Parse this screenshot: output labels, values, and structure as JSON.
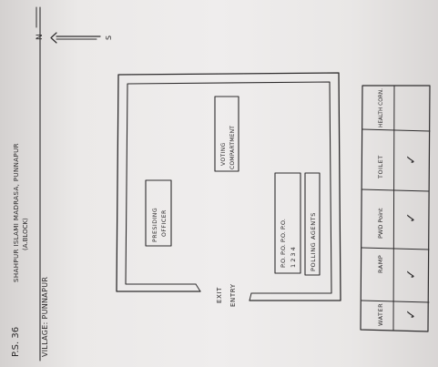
{
  "header": {
    "ps_number": "P.S. 36",
    "station_name": "SHAHPUR ISLAMI MADRASA, PUNNAPUR",
    "station_sub": "(A.BLOCK)",
    "village_label": "VILLAGE: PUNNAPUR"
  },
  "compass": {
    "n": "N",
    "s": "S"
  },
  "room": {
    "presiding_officer": [
      "PRESIDING",
      "OFFICER"
    ],
    "voting_compartment": [
      "VOTING",
      "COMPARTMENT"
    ],
    "polling_officers": [
      "P.O.  P.O.  P.O.  P.O.",
      "1      2      3      4"
    ],
    "polling_agents": "POLLING AGENTS",
    "exit": "EXIT",
    "entry": "ENTRY"
  },
  "facilities": {
    "headers": [
      "WATER",
      "RAMP",
      "PWD Point",
      "TOILET",
      "HEALTH CORN."
    ],
    "values": [
      "✓",
      "✓",
      "✓",
      "✓",
      ""
    ]
  }
}
